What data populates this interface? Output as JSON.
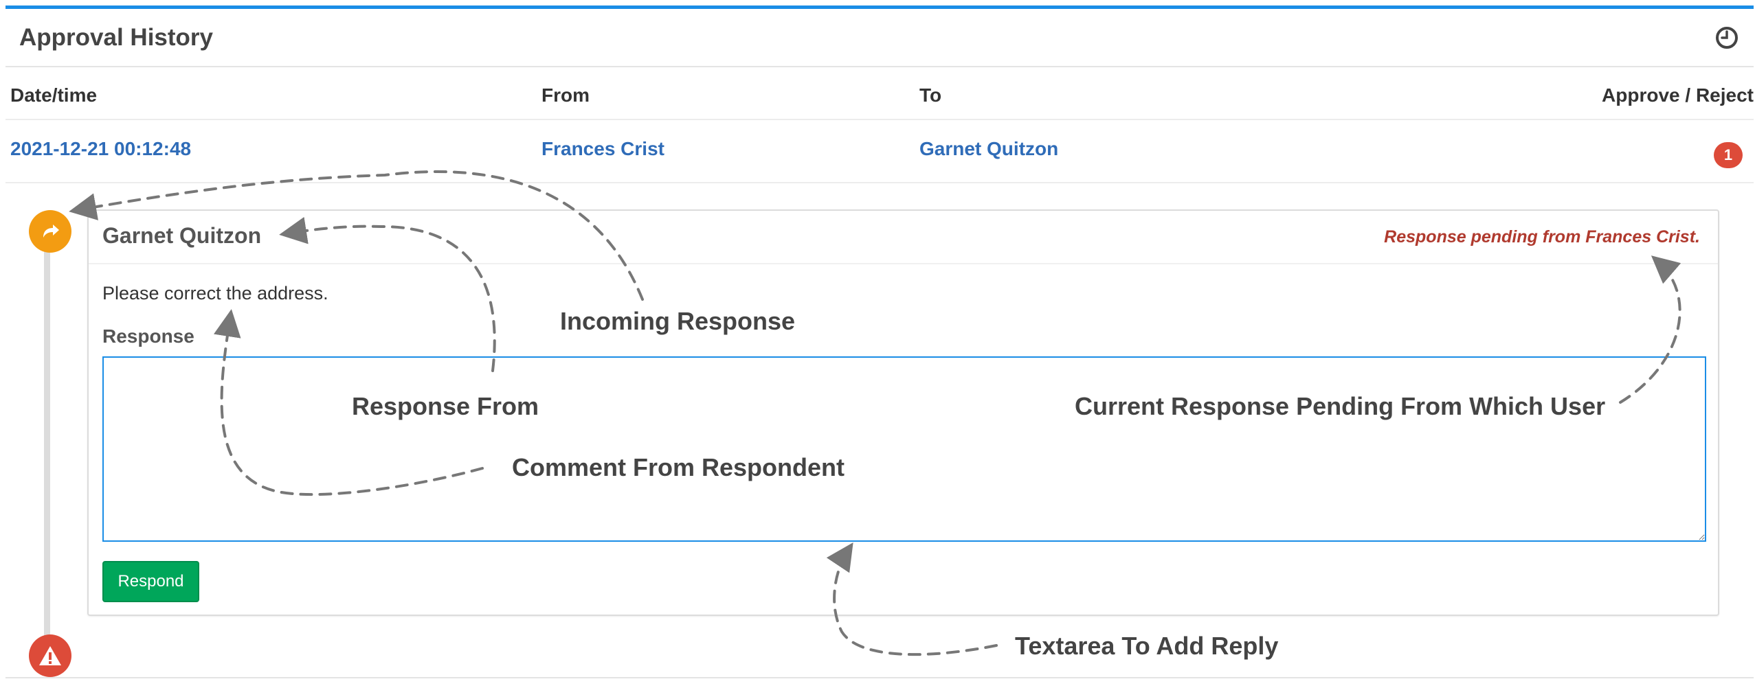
{
  "panel": {
    "title": "Approval History",
    "header_icon": "clock-icon"
  },
  "table": {
    "columns": [
      "Date/time",
      "From",
      "To",
      "Approve / Reject"
    ],
    "rows": [
      {
        "datetime": "2021-12-21 00:12:48",
        "from": "Frances Crist",
        "to": "Garnet Quitzon",
        "count": "1"
      }
    ]
  },
  "timeline": {
    "start_icon": "share-forward-icon",
    "end_icon": "warning-icon",
    "colors": {
      "start": "#f39c12",
      "end": "#dd4b39",
      "line": "#dcdcdc"
    }
  },
  "card": {
    "from_name": "Garnet Quitzon",
    "pending_text": "Response pending from Frances Crist.",
    "comment": "Please correct the address.",
    "response_label": "Response",
    "textarea_value": "",
    "textarea_placeholder": "",
    "respond_label": "Respond"
  },
  "annotations": {
    "incoming_response": "Incoming Response",
    "response_from": "Response From",
    "comment_from_respondent": "Comment From Respondent",
    "current_response_pending": "Current Response Pending From Which User",
    "textarea_to_add_reply": "Textarea To Add Reply"
  },
  "colors": {
    "accent": "#1a8de6",
    "link": "#2f6cb8",
    "button": "#00a65a",
    "badge": "#dd4b39",
    "pending": "#b03a2e"
  }
}
